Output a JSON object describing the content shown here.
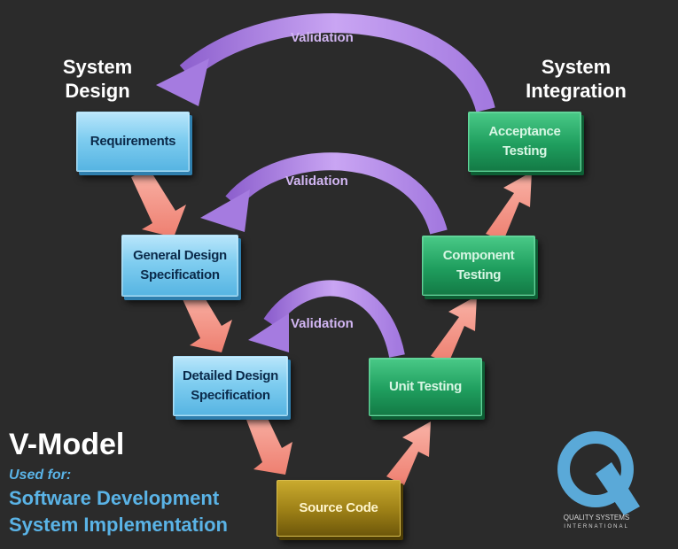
{
  "headings": {
    "system_design": "System\nDesign",
    "system_integration": "System\nIntegration"
  },
  "boxes": {
    "requirements": "Requirements",
    "general_design": "General Design\nSpecification",
    "detailed_design": "Detailed Design\nSpecification",
    "source_code": "Source Code",
    "unit_testing": "Unit Testing",
    "component_testing": "Component\nTesting",
    "acceptance_testing": "Acceptance\nTesting"
  },
  "validation_labels": [
    "Validation",
    "Validation",
    "Validation"
  ],
  "footer": {
    "title": "V-Model",
    "used_for": "Used for:",
    "uses": [
      "Software Development",
      "System Implementation"
    ]
  },
  "logo": {
    "letter": "Q",
    "line1": "QUALITY SYSTEMS",
    "line2": "INTERNATIONAL"
  },
  "colors": {
    "background": "#2b2b2b",
    "design_boxes": "#7fcdf0",
    "test_boxes": "#1f9e5e",
    "source_code_box": "#9c7f16",
    "flow_arrows": "#f4978a",
    "validation_arrows": "#b58ce8",
    "subtitle": "#5ab3e6"
  }
}
